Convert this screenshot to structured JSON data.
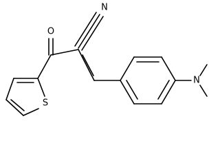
{
  "structure": {
    "atoms": {
      "carbonyl_oxygen": "O",
      "nitrile_nitrogen": "N",
      "thiophene_sulfur": "S",
      "amine_nitrogen": "N"
    }
  }
}
